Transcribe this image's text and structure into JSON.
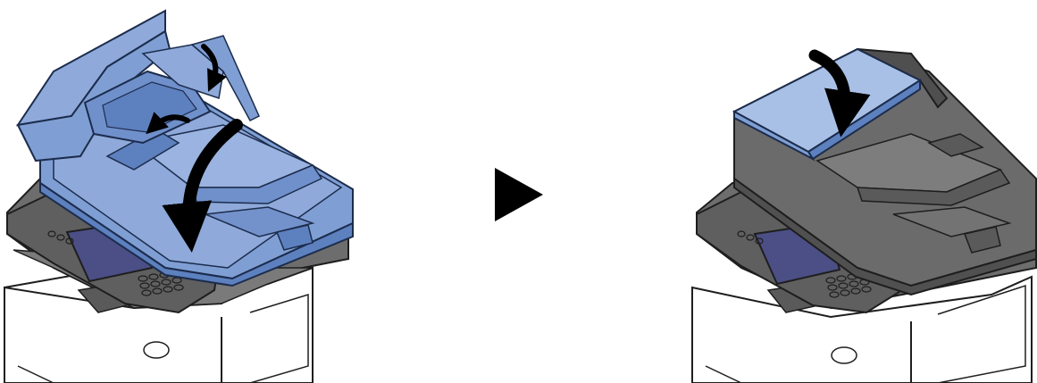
{
  "colors": {
    "highlight_fill": "#7f9fd4",
    "highlight_dark": "#5d80bf",
    "highlight_light": "#a9c0e6",
    "highlight_stroke": "#1c2c4c",
    "body_fill": "#6d6d6d",
    "body_dark": "#4f4f4f",
    "body_light": "#8a8a8a",
    "screen": "#4b4f86",
    "cabinet": "#ffffff",
    "outline": "#1e1e1e",
    "arrow": "#000000"
  },
  "panels": [
    {
      "name": "step-1",
      "highlight": "document-processor-open",
      "action_arrows": 3
    },
    {
      "name": "step-2",
      "highlight": "top-cover-closed",
      "action_arrows": 1
    }
  ],
  "next_step_indicator": "triangle-right"
}
